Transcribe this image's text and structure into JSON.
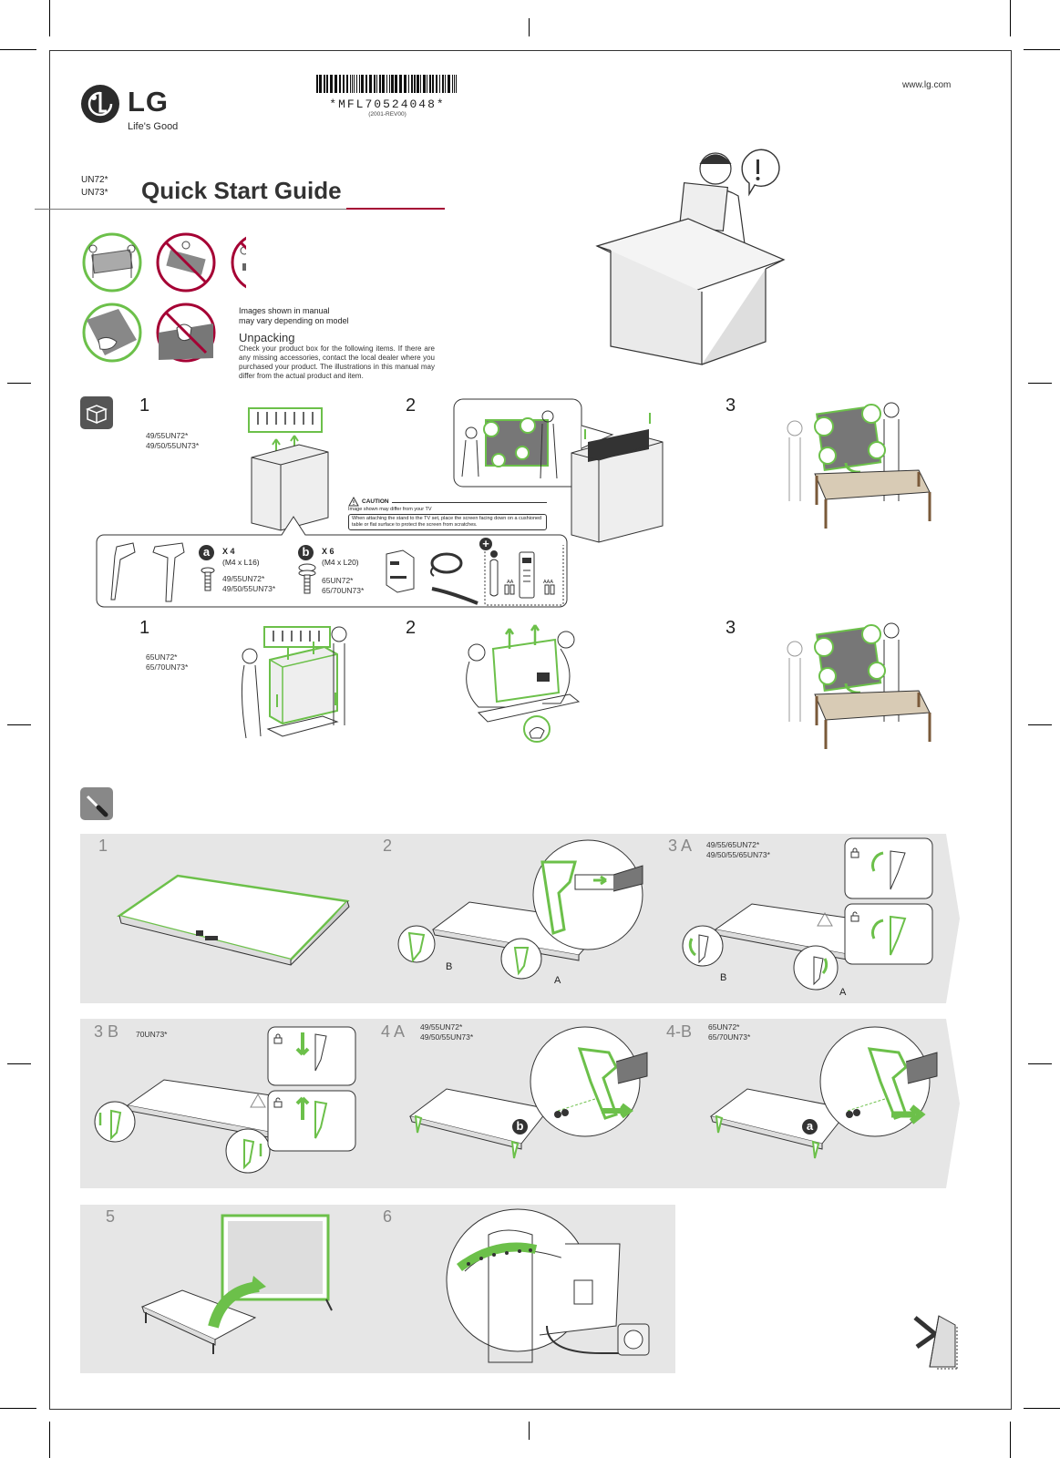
{
  "header": {
    "brand": "LG",
    "tagline": "Life's Good",
    "barcode": "*MFL70524048*",
    "revision": "(2001-REV00)",
    "website": "www.lg.com",
    "models": [
      "UN72*",
      "UN73*"
    ],
    "title": "Quick Start Guide"
  },
  "intro": {
    "note_line1": "Images shown in manual",
    "note_line2": "may vary depending on model",
    "unpacking_title": "Unpacking",
    "unpacking_text": "Check your product box for the following items. If there are any missing accessories, contact the local dealer where you purchased your product. The illustrations in this manual may differ from the actual product and item."
  },
  "unpack_steps": {
    "row1": {
      "n1": "1",
      "n2": "2",
      "n3": "3",
      "models": [
        "49/55UN72*",
        "49/50/55UN73*"
      ]
    },
    "row2": {
      "n1": "1",
      "n2": "2",
      "n3": "3",
      "models": [
        "65UN72*",
        "65/70UN73*"
      ]
    }
  },
  "caution": {
    "title": "CAUTION",
    "line1": "Image shown may differ from your TV",
    "line2": "When attaching the stand to the TV set, place the screen facing down on a cushioned table or flat surface to protect the screen from scratches."
  },
  "accessories": {
    "a_label": "a",
    "a_qty": "X 4",
    "a_size": "(M4 x L16)",
    "a_models": [
      "49/55UN72*",
      "49/50/55UN73*"
    ],
    "b_label": "b",
    "b_qty": "X 6",
    "b_size": "(M4 x L20)",
    "b_models": [
      "65UN72*",
      "65/70UN73*"
    ],
    "battery_aa": "AA",
    "battery_aaa": "AAA"
  },
  "assembly": {
    "s1": "1",
    "s2": "2",
    "s2_b": "B",
    "s2_a": "A",
    "s3a": "3 A",
    "s3a_models": [
      "49/55/65UN72*",
      "49/50/55/65UN73*"
    ],
    "s3a_b": "B",
    "s3a_a": "A",
    "s3b": "3 B",
    "s3b_models": [
      "70UN73*"
    ],
    "s4a": "4 A",
    "s4a_models": [
      "49/55UN72*",
      "49/50/55UN73*"
    ],
    "s4a_screw": "b",
    "s4b": "4-B",
    "s4b_models": [
      "65UN72*",
      "65/70UN73*"
    ],
    "s4b_screw": "a",
    "s5": "5",
    "s6": "6"
  },
  "colors": {
    "lg_red": "#a50034",
    "accent_green": "#6cc04a",
    "panel_gray": "#e6e6e6"
  }
}
